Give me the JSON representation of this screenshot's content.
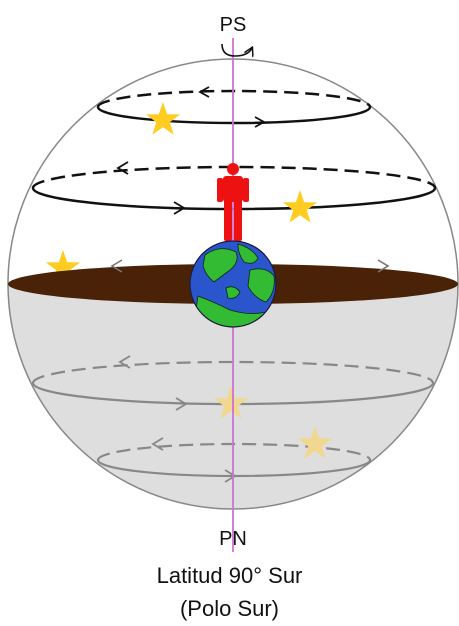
{
  "labels": {
    "top_pole": "PS",
    "bottom_pole": "PN"
  },
  "caption": {
    "line1": "Latitud 90° Sur",
    "line2": "(Polo Sur)"
  },
  "colors": {
    "horizon_disk": "#4a2208",
    "below_horizon": "#dedede",
    "axis": "#d070d0",
    "star_visible": "#ffcc22",
    "star_hidden": "#f0d890",
    "observer": "#ee1111",
    "ocean": "#2a55cc",
    "land": "#33bb33"
  }
}
